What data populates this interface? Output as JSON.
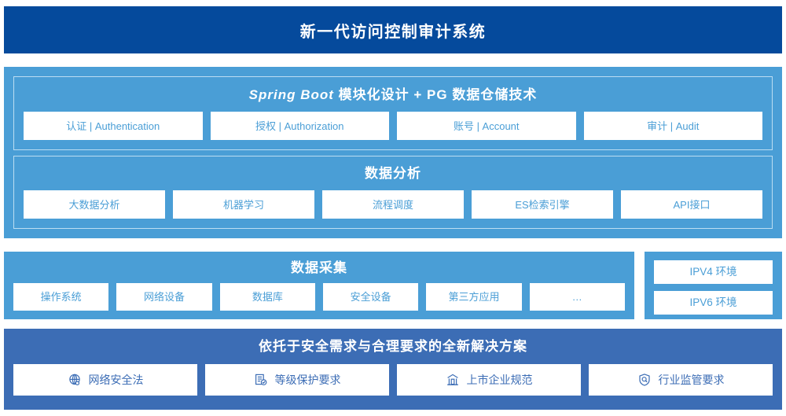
{
  "header": {
    "title": "新一代访问控制审计系统"
  },
  "colors": {
    "header_navy": "#054A9C",
    "panel_blue": "#4A9ED6",
    "panel_dark_blue": "#3C6DB5",
    "chip_white": "#FFFFFF",
    "inner_border": "#BCDDF2"
  },
  "sections": [
    {
      "id": "platform",
      "title_en": "Spring Boot",
      "title_cn": " 模块化设计 + PG 数据仓储技术",
      "items": [
        {
          "label": "认证 | Authentication"
        },
        {
          "label": "授权 | Authorization"
        },
        {
          "label": "账号 | Account"
        },
        {
          "label": "审计 | Audit"
        }
      ]
    },
    {
      "id": "analysis",
      "title_en": "",
      "title_cn": "数据分析",
      "items": [
        {
          "label": "大数据分析"
        },
        {
          "label": "机器学习"
        },
        {
          "label": "流程调度"
        },
        {
          "label": "ES检索引擎"
        },
        {
          "label": "API接口"
        }
      ]
    },
    {
      "id": "collection",
      "title_en": "",
      "title_cn": "数据采集",
      "items": [
        {
          "label": "操作系统"
        },
        {
          "label": "网络设备"
        },
        {
          "label": "数据库"
        },
        {
          "label": "安全设备"
        },
        {
          "label": "第三方应用"
        },
        {
          "label": "…"
        }
      ]
    },
    {
      "id": "compliance",
      "title_en": "",
      "title_cn": "依托于安全需求与合理要求的全新解决方案",
      "items": [
        {
          "label": "网络安全法",
          "icon": "globe-icon"
        },
        {
          "label": "等级保护要求",
          "icon": "document-check-icon"
        },
        {
          "label": "上市企业规范",
          "icon": "bank-building-icon"
        },
        {
          "label": "行业监管要求",
          "icon": "shield-search-icon"
        }
      ]
    }
  ],
  "environment": {
    "items": [
      {
        "label": "IPV4 环境"
      },
      {
        "label": "IPV6 环境"
      }
    ]
  }
}
